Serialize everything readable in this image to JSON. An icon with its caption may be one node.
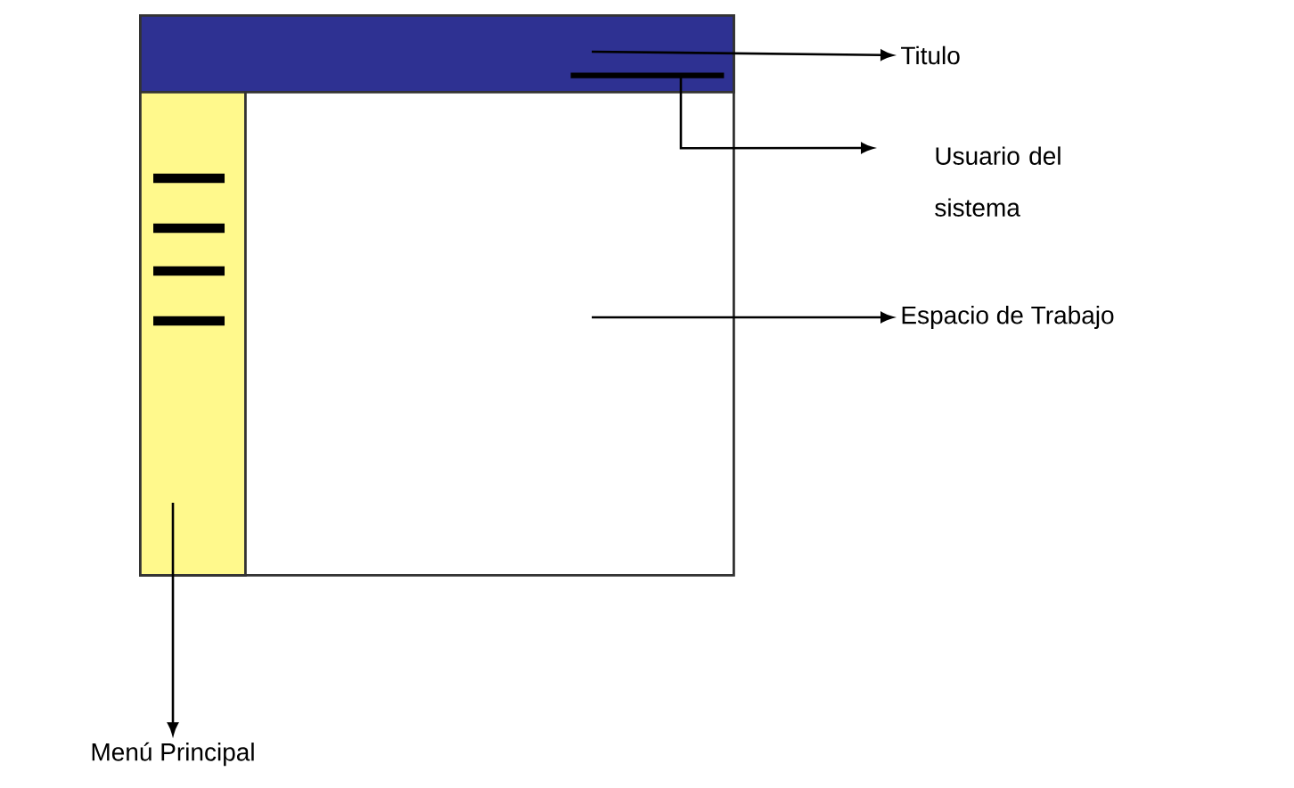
{
  "diagram": {
    "nodes": [
      {
        "text": [],
        "shape": "box"
      },
      {
        "text": [],
        "shape": "box",
        "in": 0
      },
      {
        "text": [],
        "shape": "bar",
        "in": 1
      },
      {
        "text": [],
        "shape": "box",
        "in": 0
      },
      {
        "text": [
          "Titulo"
        ]
      },
      {
        "text": [
          "Usuario del sistema"
        ]
      },
      {
        "text": [
          "Espacio de Trabajo"
        ]
      },
      {
        "text": [
          "Menú Principal"
        ]
      }
    ],
    "edges": [
      {
        "from": 1,
        "to": 4,
        "arrow": "to"
      },
      {
        "from": 2,
        "to": 5,
        "arrow": "to"
      },
      {
        "from": 0,
        "to": 6,
        "arrow": "to"
      },
      {
        "from": 3,
        "to": 7,
        "arrow": "to"
      }
    ]
  }
}
